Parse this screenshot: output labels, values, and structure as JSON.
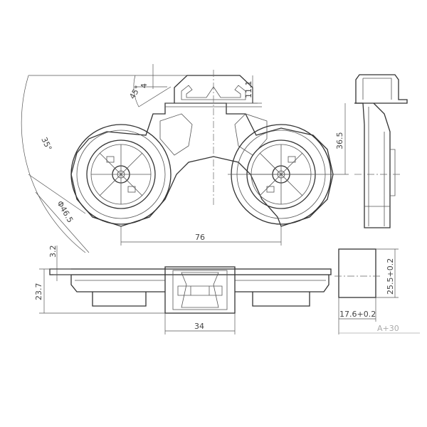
{
  "drawing": {
    "dimensions": {
      "clip_offset": "4",
      "angle_top": "45°",
      "clip_height": "11.1",
      "center_height": "36.5",
      "angle_side": "35°",
      "wheel_diameter": "Φ46.5",
      "wheel_spacing": "76",
      "front_offset": "3.2",
      "front_height": "23.7",
      "clip_width": "34",
      "cutout_height": "25.5+0.2",
      "cutout_width": "17.6+0.2",
      "cutout_clearance": "A+30"
    }
  }
}
